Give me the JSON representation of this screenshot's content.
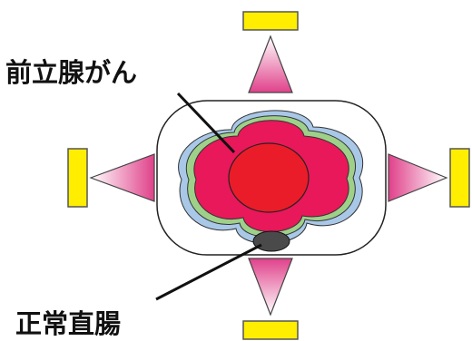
{
  "labels": {
    "prostate_cancer": "前立腺がん",
    "normal_rectum": "正常直腸"
  },
  "colors": {
    "beam_source": "#ffee00",
    "beam_source_stroke": "#555555",
    "beam_cone_outer": "#e0418a",
    "beam_cone_inner": "#ffffff",
    "body_outline": "#222222",
    "outer_isodose": "#a9c8e8",
    "middle_isodose": "#9fd08a",
    "high_dose_region": "#e8185a",
    "tumor": "#ea1c2a",
    "rectum": "#4a4a4a",
    "leader_line": "#111111"
  },
  "icons": {
    "beam_source": "yellow-rectangle",
    "beam_cone": "pink-triangle"
  }
}
